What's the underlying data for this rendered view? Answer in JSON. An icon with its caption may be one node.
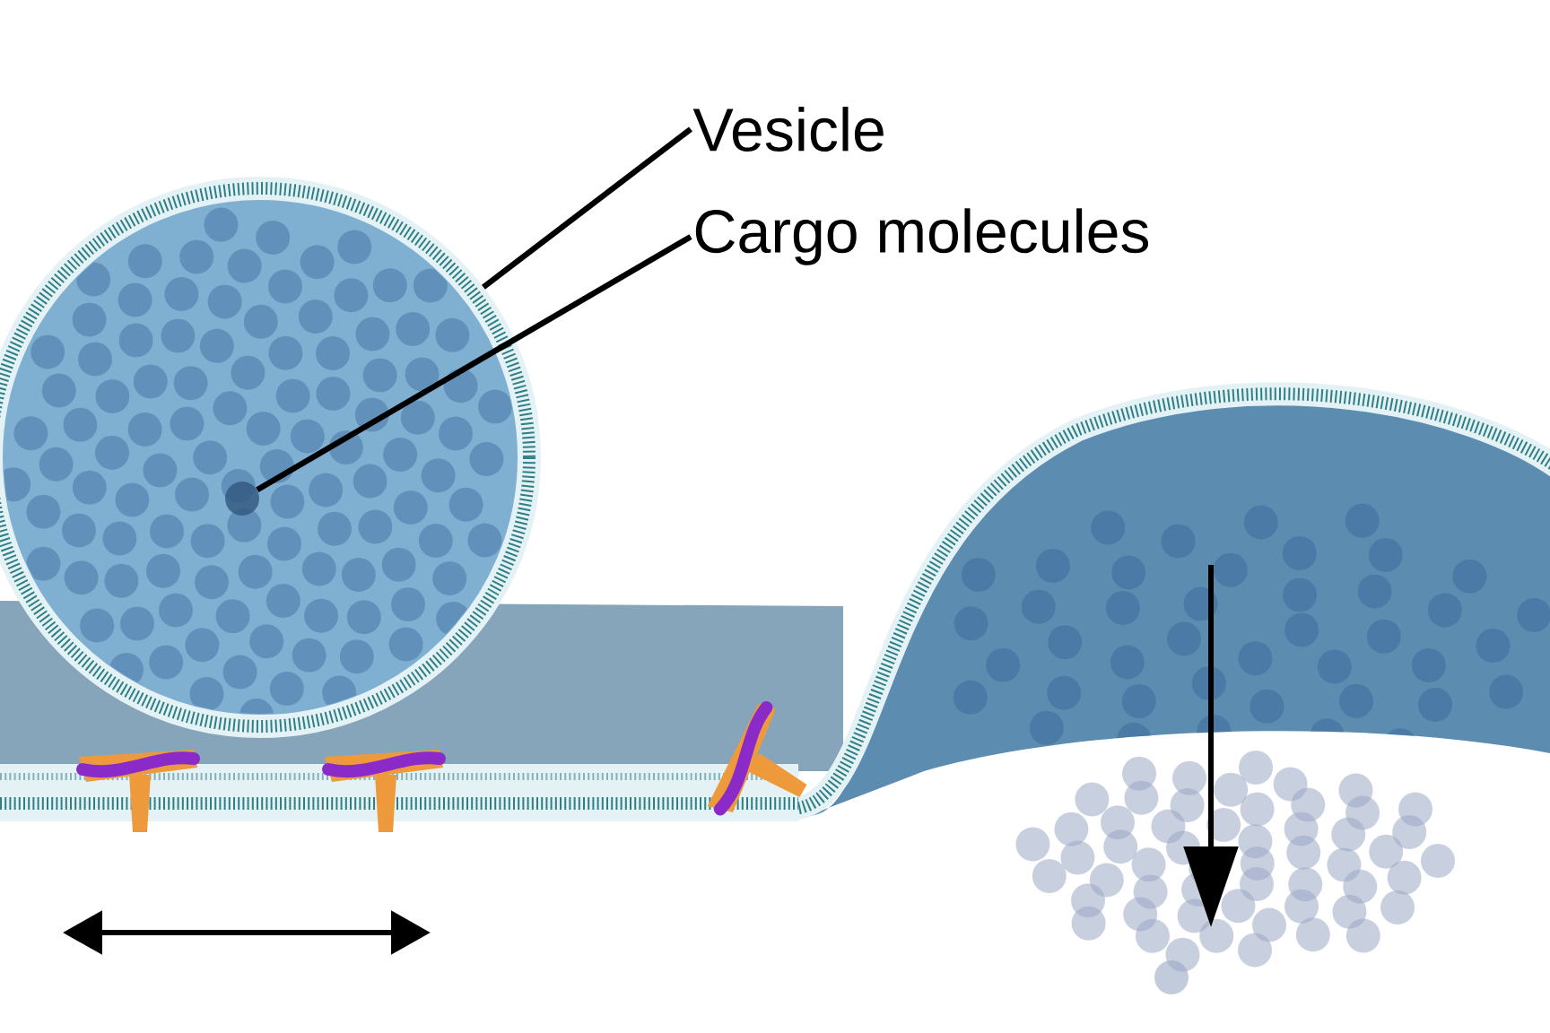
{
  "diagram": {
    "nodes": [
      {
        "text": [
          "Vesicle"
        ]
      },
      {
        "text": [
          "Cargo molecules"
        ]
      },
      {
        "text": [],
        "shape": "circle"
      },
      {
        "text": [],
        "shape": "circle",
        "in": 2
      }
    ],
    "edges": [
      {
        "from": 0,
        "to": 2,
        "arrow": "none"
      },
      {
        "from": 1,
        "to": 3,
        "arrow": "none"
      }
    ]
  }
}
